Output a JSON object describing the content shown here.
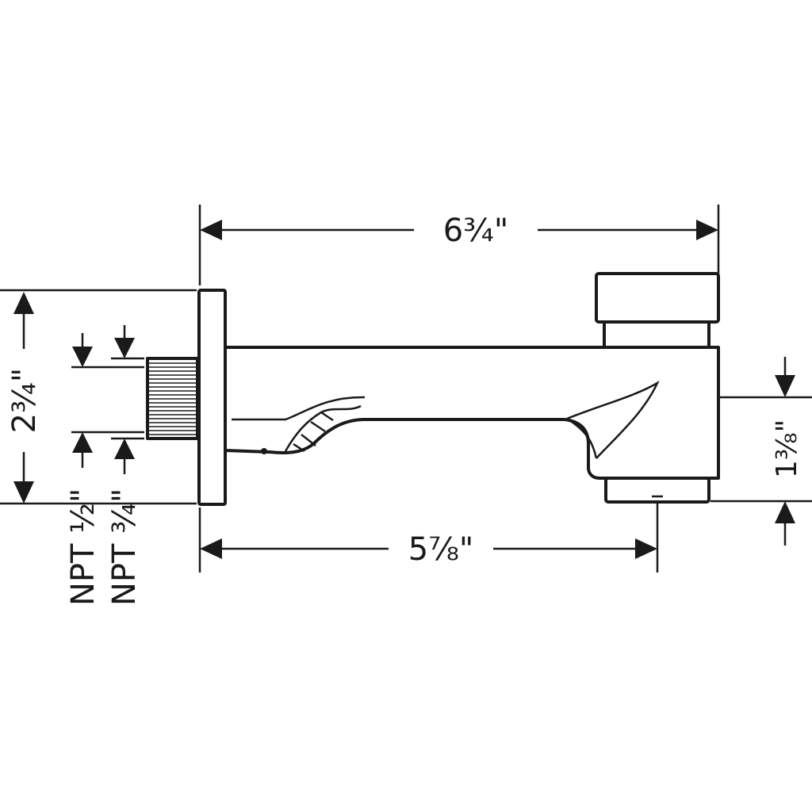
{
  "dimensions": {
    "overall_length": "6¾\"",
    "overall_height": "2¾\"",
    "spout_projection": "5⅞\"",
    "outlet_height": "1⅜\""
  },
  "connections": {
    "npt_half": "NPT ½\"",
    "npt_three_quarter": "NPT ¾\""
  }
}
